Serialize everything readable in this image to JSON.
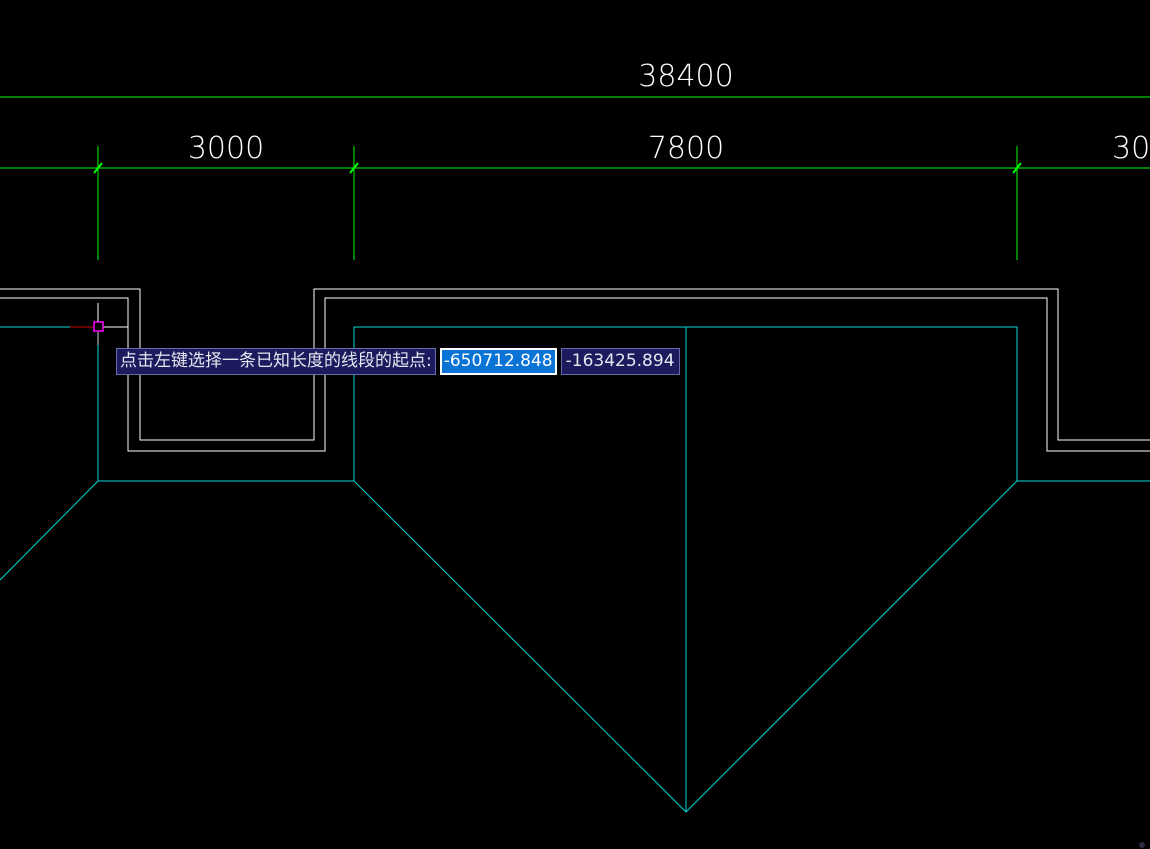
{
  "drawing": {
    "dimensions": {
      "overall": "38400",
      "seg_left": "3000",
      "seg_mid": "7800",
      "seg_right_partial": "30"
    }
  },
  "command_prompt": {
    "label": "点击左键选择一条已知长度的线段的起点:",
    "x_value": "-650712.848",
    "y_value": "-163425.894"
  },
  "colors": {
    "background": "#000000",
    "dimension_lines": "#00ff00",
    "outline": "#ffffff",
    "cyan_lines": "#00d8d8",
    "cursor_marker": "#ff00ff",
    "prompt_bg": "#1b1b5e",
    "selected_value_bg": "#0a74d6"
  },
  "icons": {
    "cursor": "crosshair-icon",
    "snap_marker": "snap-square-icon"
  }
}
